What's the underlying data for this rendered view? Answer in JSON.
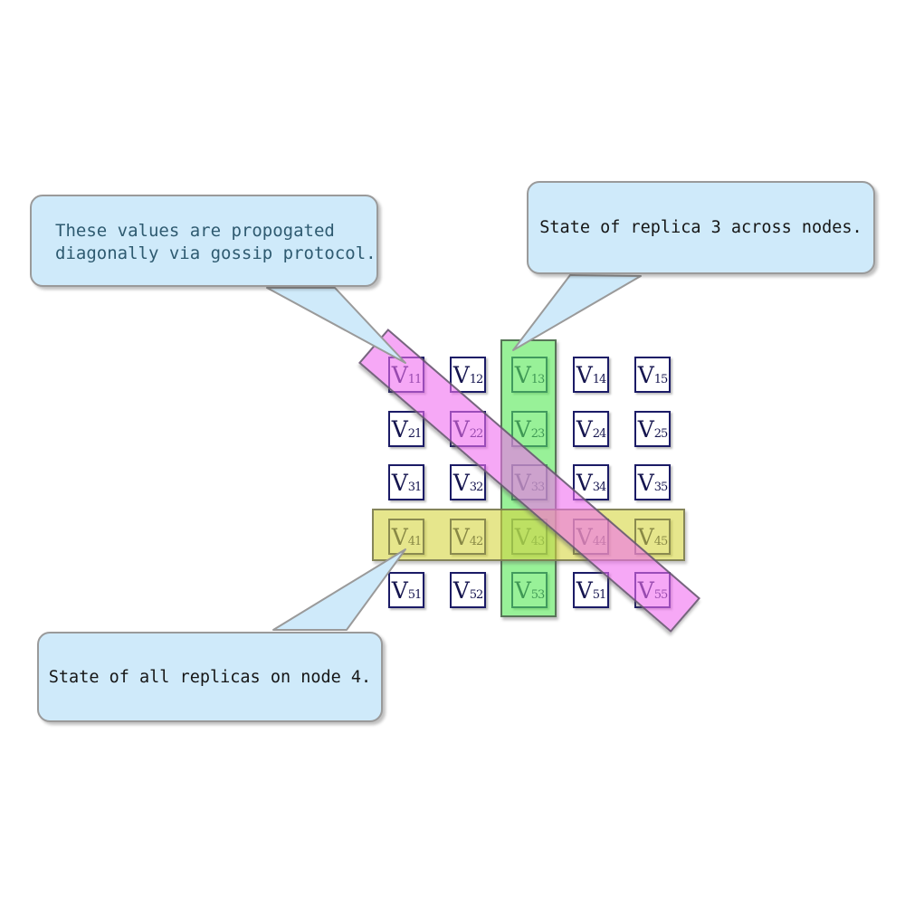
{
  "matrix": {
    "symbol": "V",
    "rows": [
      [
        "11",
        "12",
        "13",
        "14",
        "15"
      ],
      [
        "21",
        "22",
        "23",
        "24",
        "25"
      ],
      [
        "31",
        "32",
        "33",
        "34",
        "35"
      ],
      [
        "41",
        "42",
        "43",
        "44",
        "45"
      ],
      [
        "51",
        "52",
        "53",
        "51",
        "55"
      ]
    ]
  },
  "callouts": [
    {
      "id": "gossip",
      "lines": [
        "These values are propogated",
        "diagonally via gossip protocol."
      ],
      "text_color": "#2e5a70"
    },
    {
      "id": "replica3",
      "lines": [
        "State of replica 3 across nodes."
      ],
      "text_color": "#161616"
    },
    {
      "id": "node4",
      "lines": [
        "State of all replicas on node 4."
      ],
      "text_color": "#161616"
    }
  ],
  "colors": {
    "callout_bg": "#cfeafa",
    "callout_border": "#9a9a9a",
    "cell_border": "#1b1b66",
    "cell_text": "#15154f",
    "green_fill": "rgba(88,232,88,0.62)",
    "green_border": "rgba(75,95,75,0.85)",
    "yellow_fill": "rgba(214,214,64,0.6)",
    "yellow_border": "rgba(115,115,80,0.85)",
    "magenta_fill": "rgba(240,110,240,0.6)",
    "magenta_border": "rgba(85,85,95,0.8)"
  }
}
